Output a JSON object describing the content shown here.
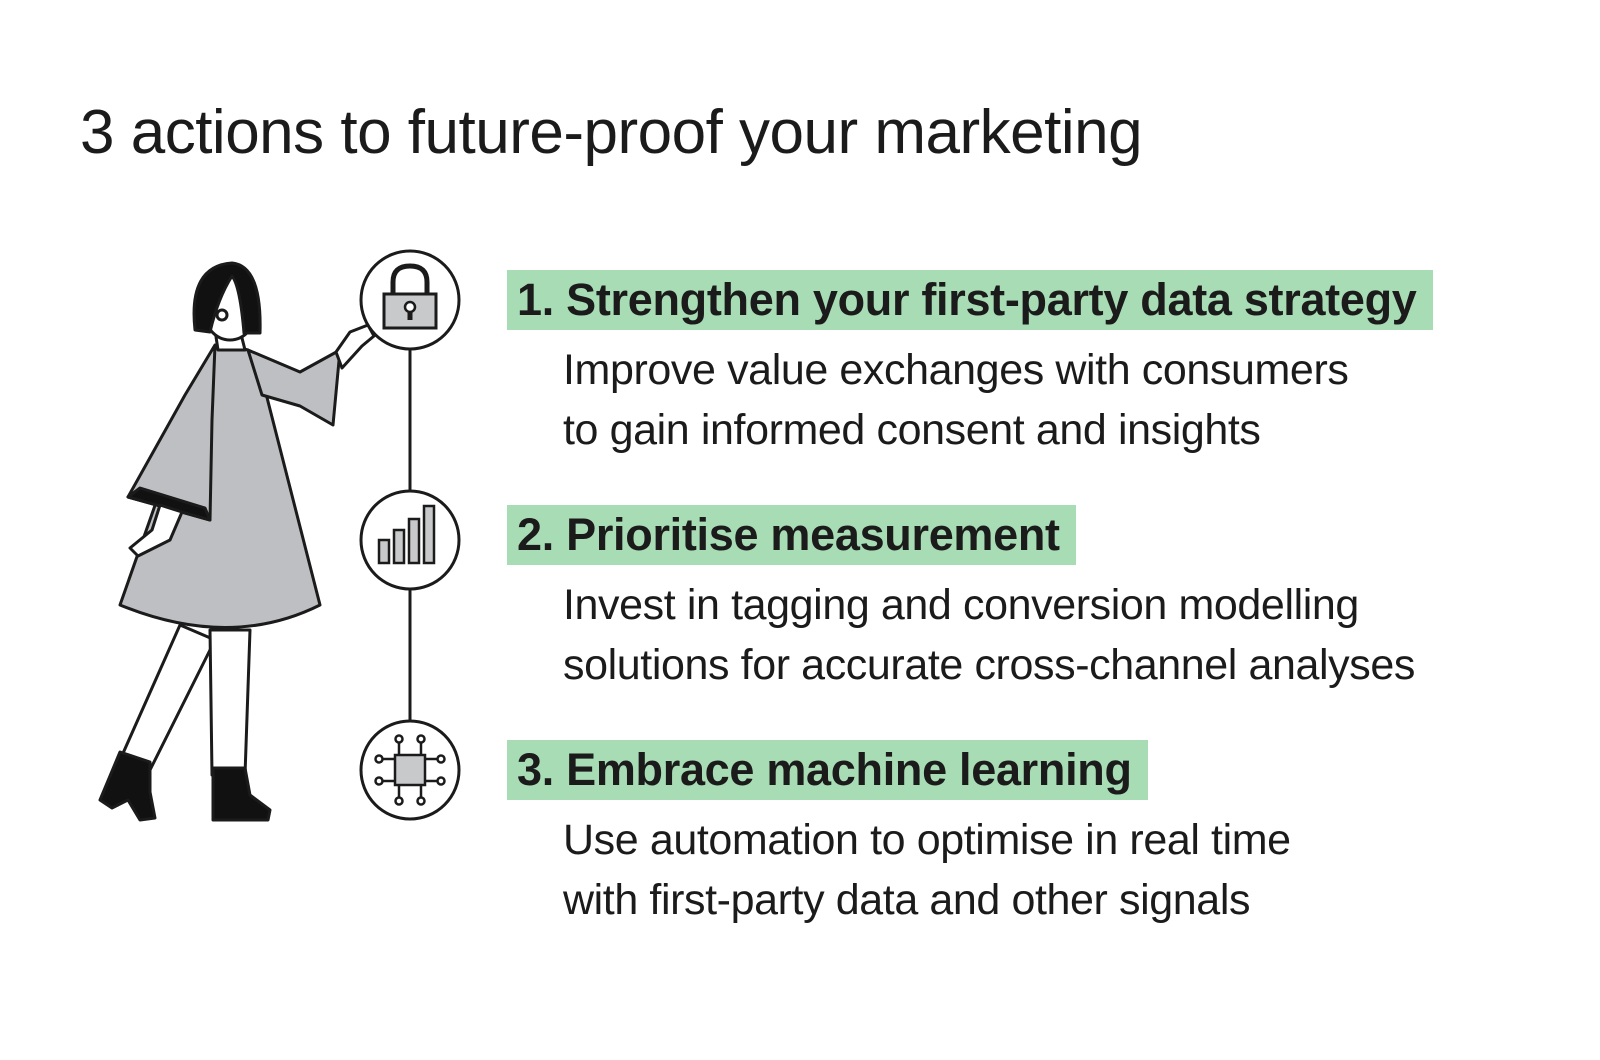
{
  "title": "3 actions to future-proof your marketing",
  "colors": {
    "highlight": "#a8dcb5",
    "dress": "#bdbfc2",
    "ink": "#1b1b1b",
    "icon_fill": "#c8c9cb"
  },
  "steps": [
    {
      "heading": "1. Strengthen your first-party data strategy",
      "desc_line1": "Improve value exchanges with consumers",
      "desc_line2": "to gain informed consent and insights",
      "icon": "padlock-icon"
    },
    {
      "heading": "2. Prioritise measurement",
      "desc_line1": "Invest in tagging and conversion modelling",
      "desc_line2": "solutions for accurate cross-channel analyses",
      "icon": "bar-chart-icon"
    },
    {
      "heading": "3. Embrace machine learning",
      "desc_line1": "Use automation to optimise in real time",
      "desc_line2": "with first-party data and other signals",
      "icon": "chip-icon"
    }
  ]
}
